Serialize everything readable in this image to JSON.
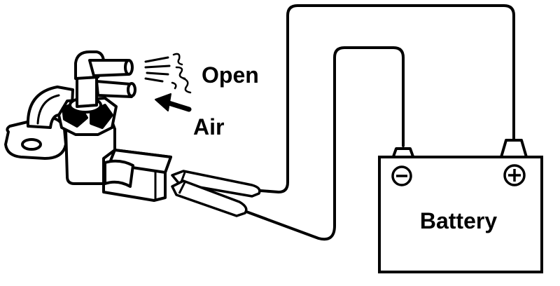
{
  "labels": {
    "open": "Open",
    "air": "Air",
    "battery": "Battery",
    "negative_terminal": "−",
    "positive_terminal": "+"
  },
  "colors": {
    "ink": "#000000",
    "paper": "#ffffff"
  }
}
